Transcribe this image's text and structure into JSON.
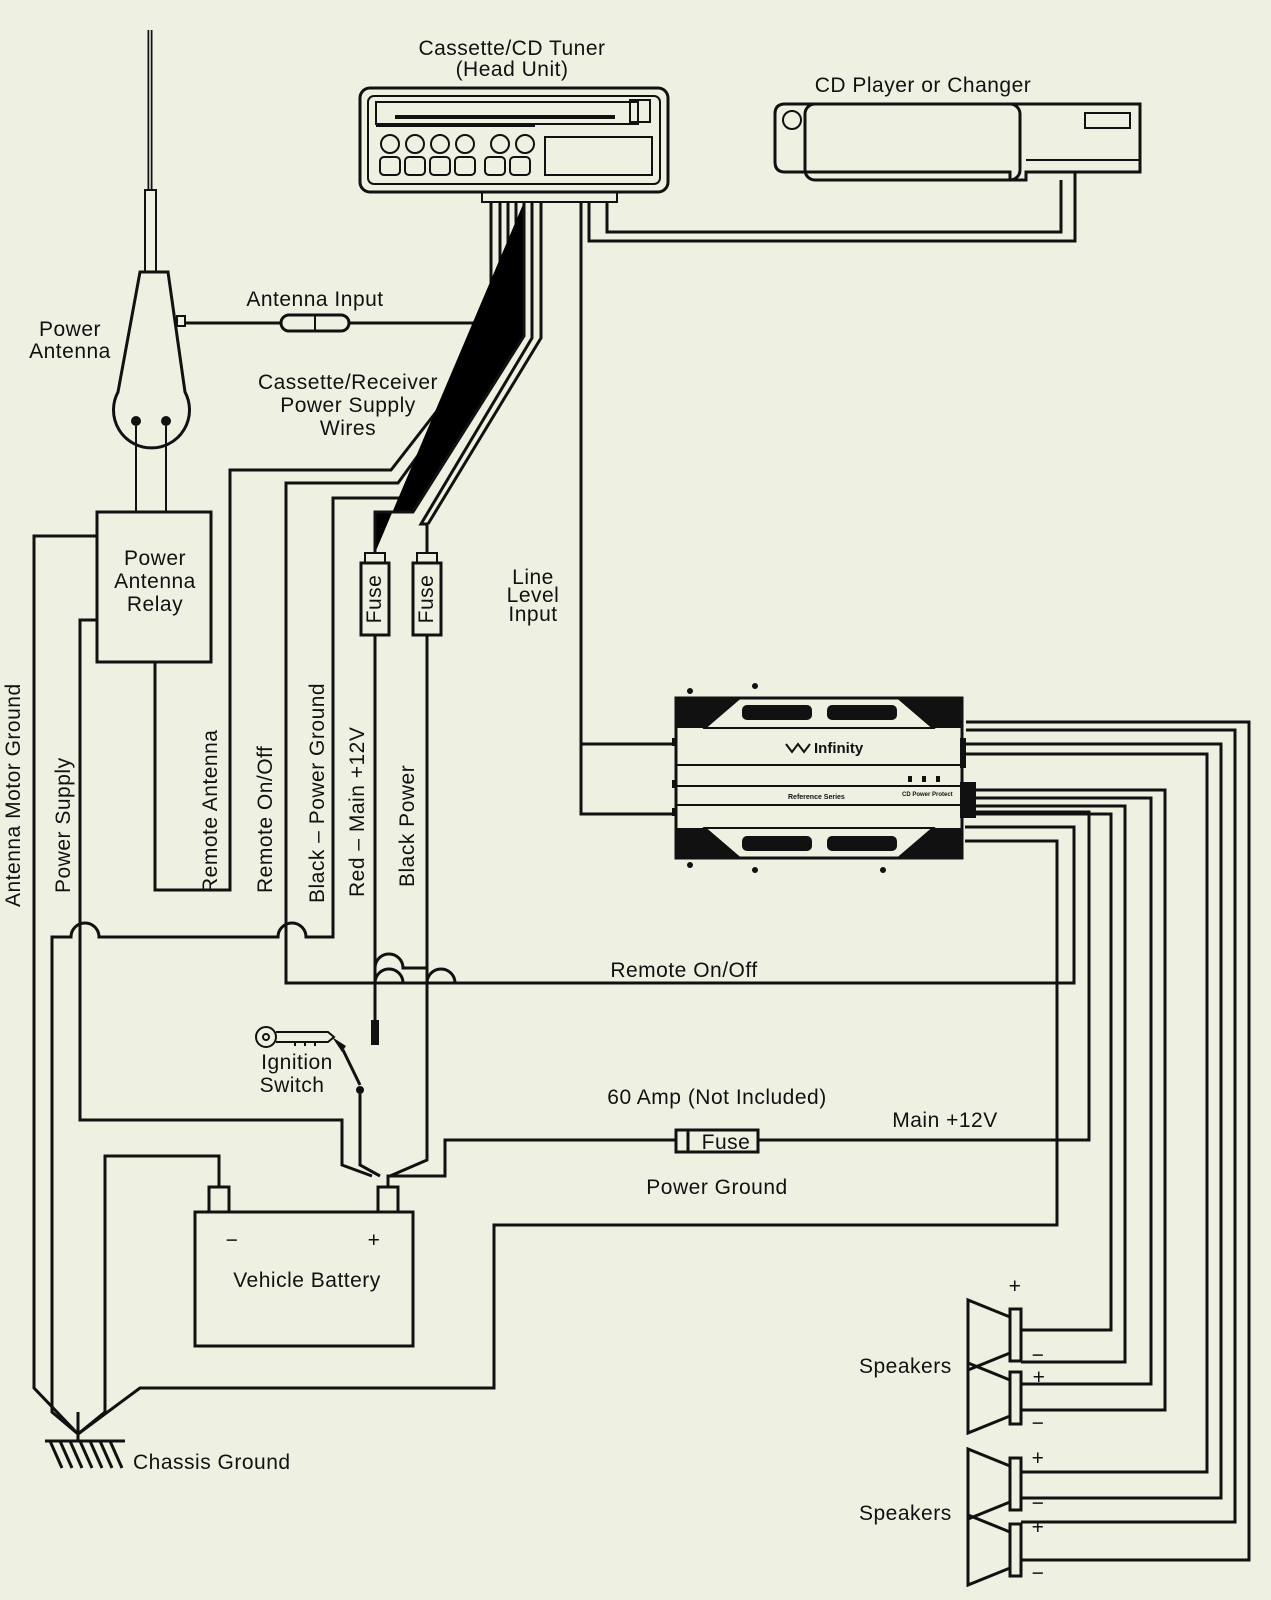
{
  "labels": {
    "head_unit_line1": "Cassette/CD Tuner",
    "head_unit_line2": "(Head Unit)",
    "cd_player": "CD Player or Changer",
    "antenna_input": "Antenna Input",
    "power_antenna_line1": "Power",
    "power_antenna_line2": "Antenna",
    "supply_wires_line1": "Cassette/Receiver",
    "supply_wires_line2": "Power Supply",
    "supply_wires_line3": "Wires",
    "relay_line1": "Power",
    "relay_line2": "Antenna",
    "relay_line3": "Relay",
    "fuse": "Fuse",
    "line_level_line1": "Line",
    "line_level_line2": "Level",
    "line_level_line3": "Input",
    "antenna_motor_ground": "Antenna Motor Ground",
    "power_supply": "Power Supply",
    "remote_antenna": "Remote Antenna",
    "remote_on_off_vertical": "Remote On/Off",
    "black_power_ground": "Black – Power Ground",
    "red_main_12v": "Red – Main +12V",
    "black_power": "Black Power",
    "remote_on_off": "Remote On/Off",
    "ignition_line1": "Ignition",
    "ignition_line2": "Switch",
    "amp_60": "60 Amp (Not Included)",
    "main_12v": "Main +12V",
    "power_ground": "Power Ground",
    "battery_minus": "−",
    "battery_plus": "+",
    "vehicle_battery": "Vehicle Battery",
    "chassis_ground": "Chassis Ground",
    "speakers_top": "Speakers",
    "speakers_bottom": "Speakers",
    "plus": "+",
    "minus": "−"
  },
  "amplifier": {
    "brand": "Infinity",
    "series": "Reference Series",
    "panel_text": "CD   Power   Protect"
  }
}
